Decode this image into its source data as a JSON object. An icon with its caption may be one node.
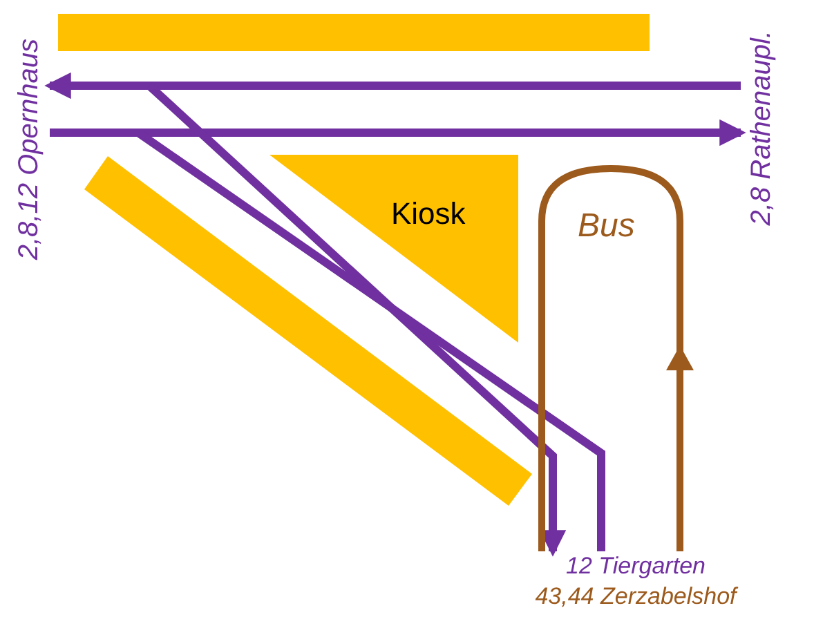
{
  "diagram": {
    "nodes": [
      {
        "text": [
          "2,8,12 Opernhaus"
        ]
      },
      {
        "text": [
          "2,8 Rathenaupl."
        ]
      },
      {
        "text": [
          "Kiosk"
        ]
      },
      {
        "text": [
          "12 Tiergarten",
          "43,44 Zerzabelshof"
        ]
      },
      {
        "text": [],
        "shape": "bar"
      },
      {
        "text": [],
        "shape": "bar"
      }
    ],
    "edges": [
      {
        "from": 1,
        "to": 0,
        "arrow": "to"
      },
      {
        "from": 0,
        "to": 1,
        "arrow": "to"
      },
      {
        "from": null,
        "to": 3,
        "arrow": "to"
      },
      {
        "from": 3,
        "to": null,
        "arrow": "none"
      },
      {
        "from": 3,
        "to": 3,
        "arrow": "to",
        "color": "#9c5a1c"
      }
    ],
    "labels": [
      "Bus"
    ]
  }
}
